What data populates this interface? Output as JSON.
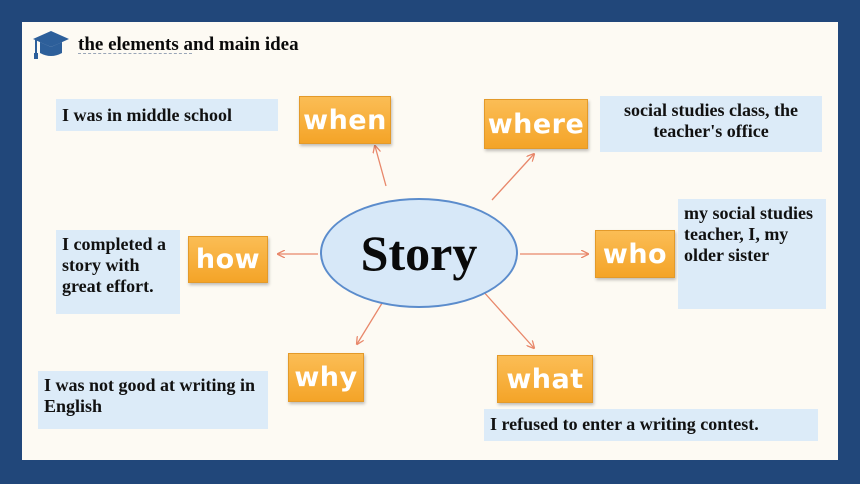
{
  "title": "the elements and main idea",
  "center": "Story",
  "nodes": {
    "when": "when",
    "where": "where",
    "who": "who",
    "what": "what",
    "why": "why",
    "how": "how"
  },
  "details": {
    "when": "I was in middle school",
    "where": "social studies class, the teacher's office",
    "who": "my social studies teacher, I, my older sister",
    "what": "I refused to enter a writing contest.",
    "why": "I was not good at writing in English",
    "how": "I completed a story with great effort."
  },
  "colors": {
    "frame": "#21477a",
    "node_fill": "#f4a428",
    "detail_fill": "#dcebf8",
    "arrow": "#e8876a",
    "ellipse_stroke": "#5b8ccc"
  },
  "icons": {
    "title_icon": "graduation-cap-icon"
  }
}
